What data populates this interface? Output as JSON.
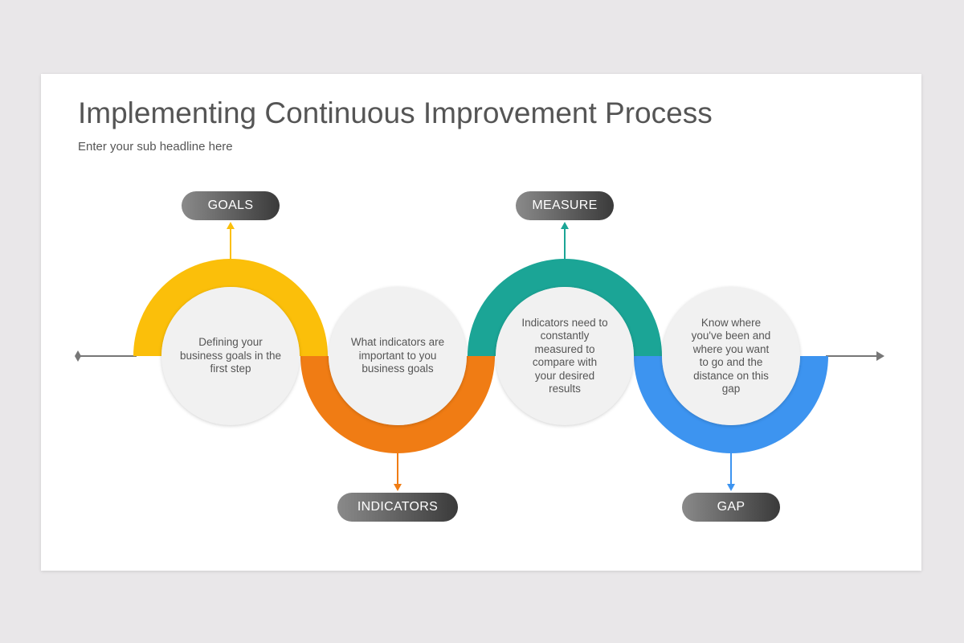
{
  "title": "Implementing Continuous Improvement Process",
  "subtitle": "Enter your sub headline here",
  "colors": {
    "goals": "#fbbf0a",
    "indicators": "#f07c14",
    "measure": "#1ba596",
    "gap": "#3d94f0"
  },
  "steps": [
    {
      "label": "GOALS",
      "lines": [
        "Defining your",
        "business goals in the",
        "first step"
      ]
    },
    {
      "label": "INDICATORS",
      "lines": [
        "What indicators are",
        "important to you",
        "business goals"
      ]
    },
    {
      "label": "MEASURE",
      "lines": [
        "Indicators need to",
        "constantly",
        "measured to",
        "compare with",
        "your desired",
        "results"
      ]
    },
    {
      "label": "GAP",
      "lines": [
        "Know where",
        "you've been and",
        "where you want",
        "to go and the",
        "distance on this",
        "gap"
      ]
    }
  ]
}
